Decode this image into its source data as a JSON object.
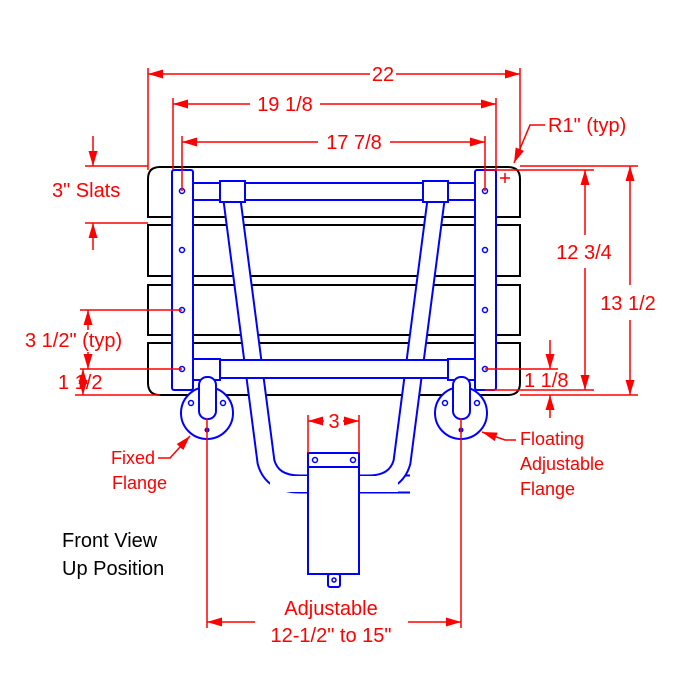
{
  "dimensions": {
    "overall_width": "22",
    "bracket_width": "19 1/8",
    "hole_spacing": "17 7/8",
    "corner_radius": "R1\" (typ)",
    "slat_width": "3\" Slats",
    "slat_spacing": "3 1/2\" (typ)",
    "bottom_offset_left": "1 1/2",
    "bottom_offset_right": "1 1/8",
    "hole_vertical": "12 3/4",
    "overall_depth": "13 1/2",
    "leg_plate_width": "3",
    "adjustable_label": "Adjustable",
    "adjustable_range": "12-1/2\" to 15\""
  },
  "labels": {
    "fixed_flange": [
      "Fixed",
      "Flange"
    ],
    "floating_flange": [
      "Floating",
      "Adjustable",
      "Flange"
    ],
    "view_title": [
      "Front View",
      "Up Position"
    ]
  },
  "colors": {
    "dimension": "#ff0000",
    "hardware": "#0000ff",
    "seat": "#000000"
  }
}
